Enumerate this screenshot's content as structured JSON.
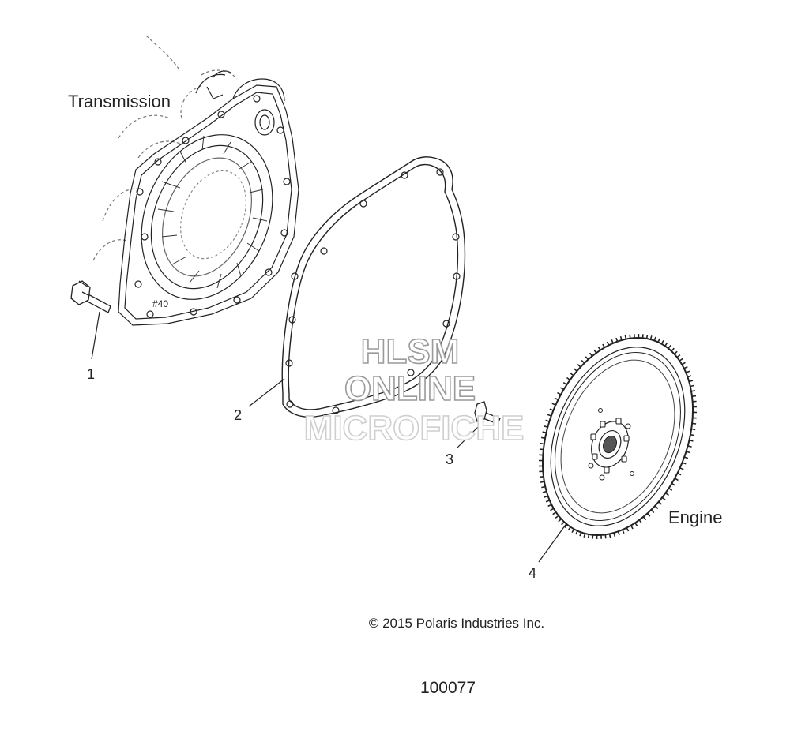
{
  "labels": {
    "transmission": "Transmission",
    "engine": "Engine"
  },
  "callouts": [
    "1",
    "2",
    "3",
    "4"
  ],
  "watermark": {
    "line1": "HLSM",
    "line2": "ONLINE",
    "line3": "MICROFICHE"
  },
  "copyright": "© 2015 Polaris Industries Inc.",
  "doc_number": "100077",
  "casting_mark": "#40",
  "colors": {
    "line": "#222222",
    "watermark": "#9a9a9a"
  }
}
